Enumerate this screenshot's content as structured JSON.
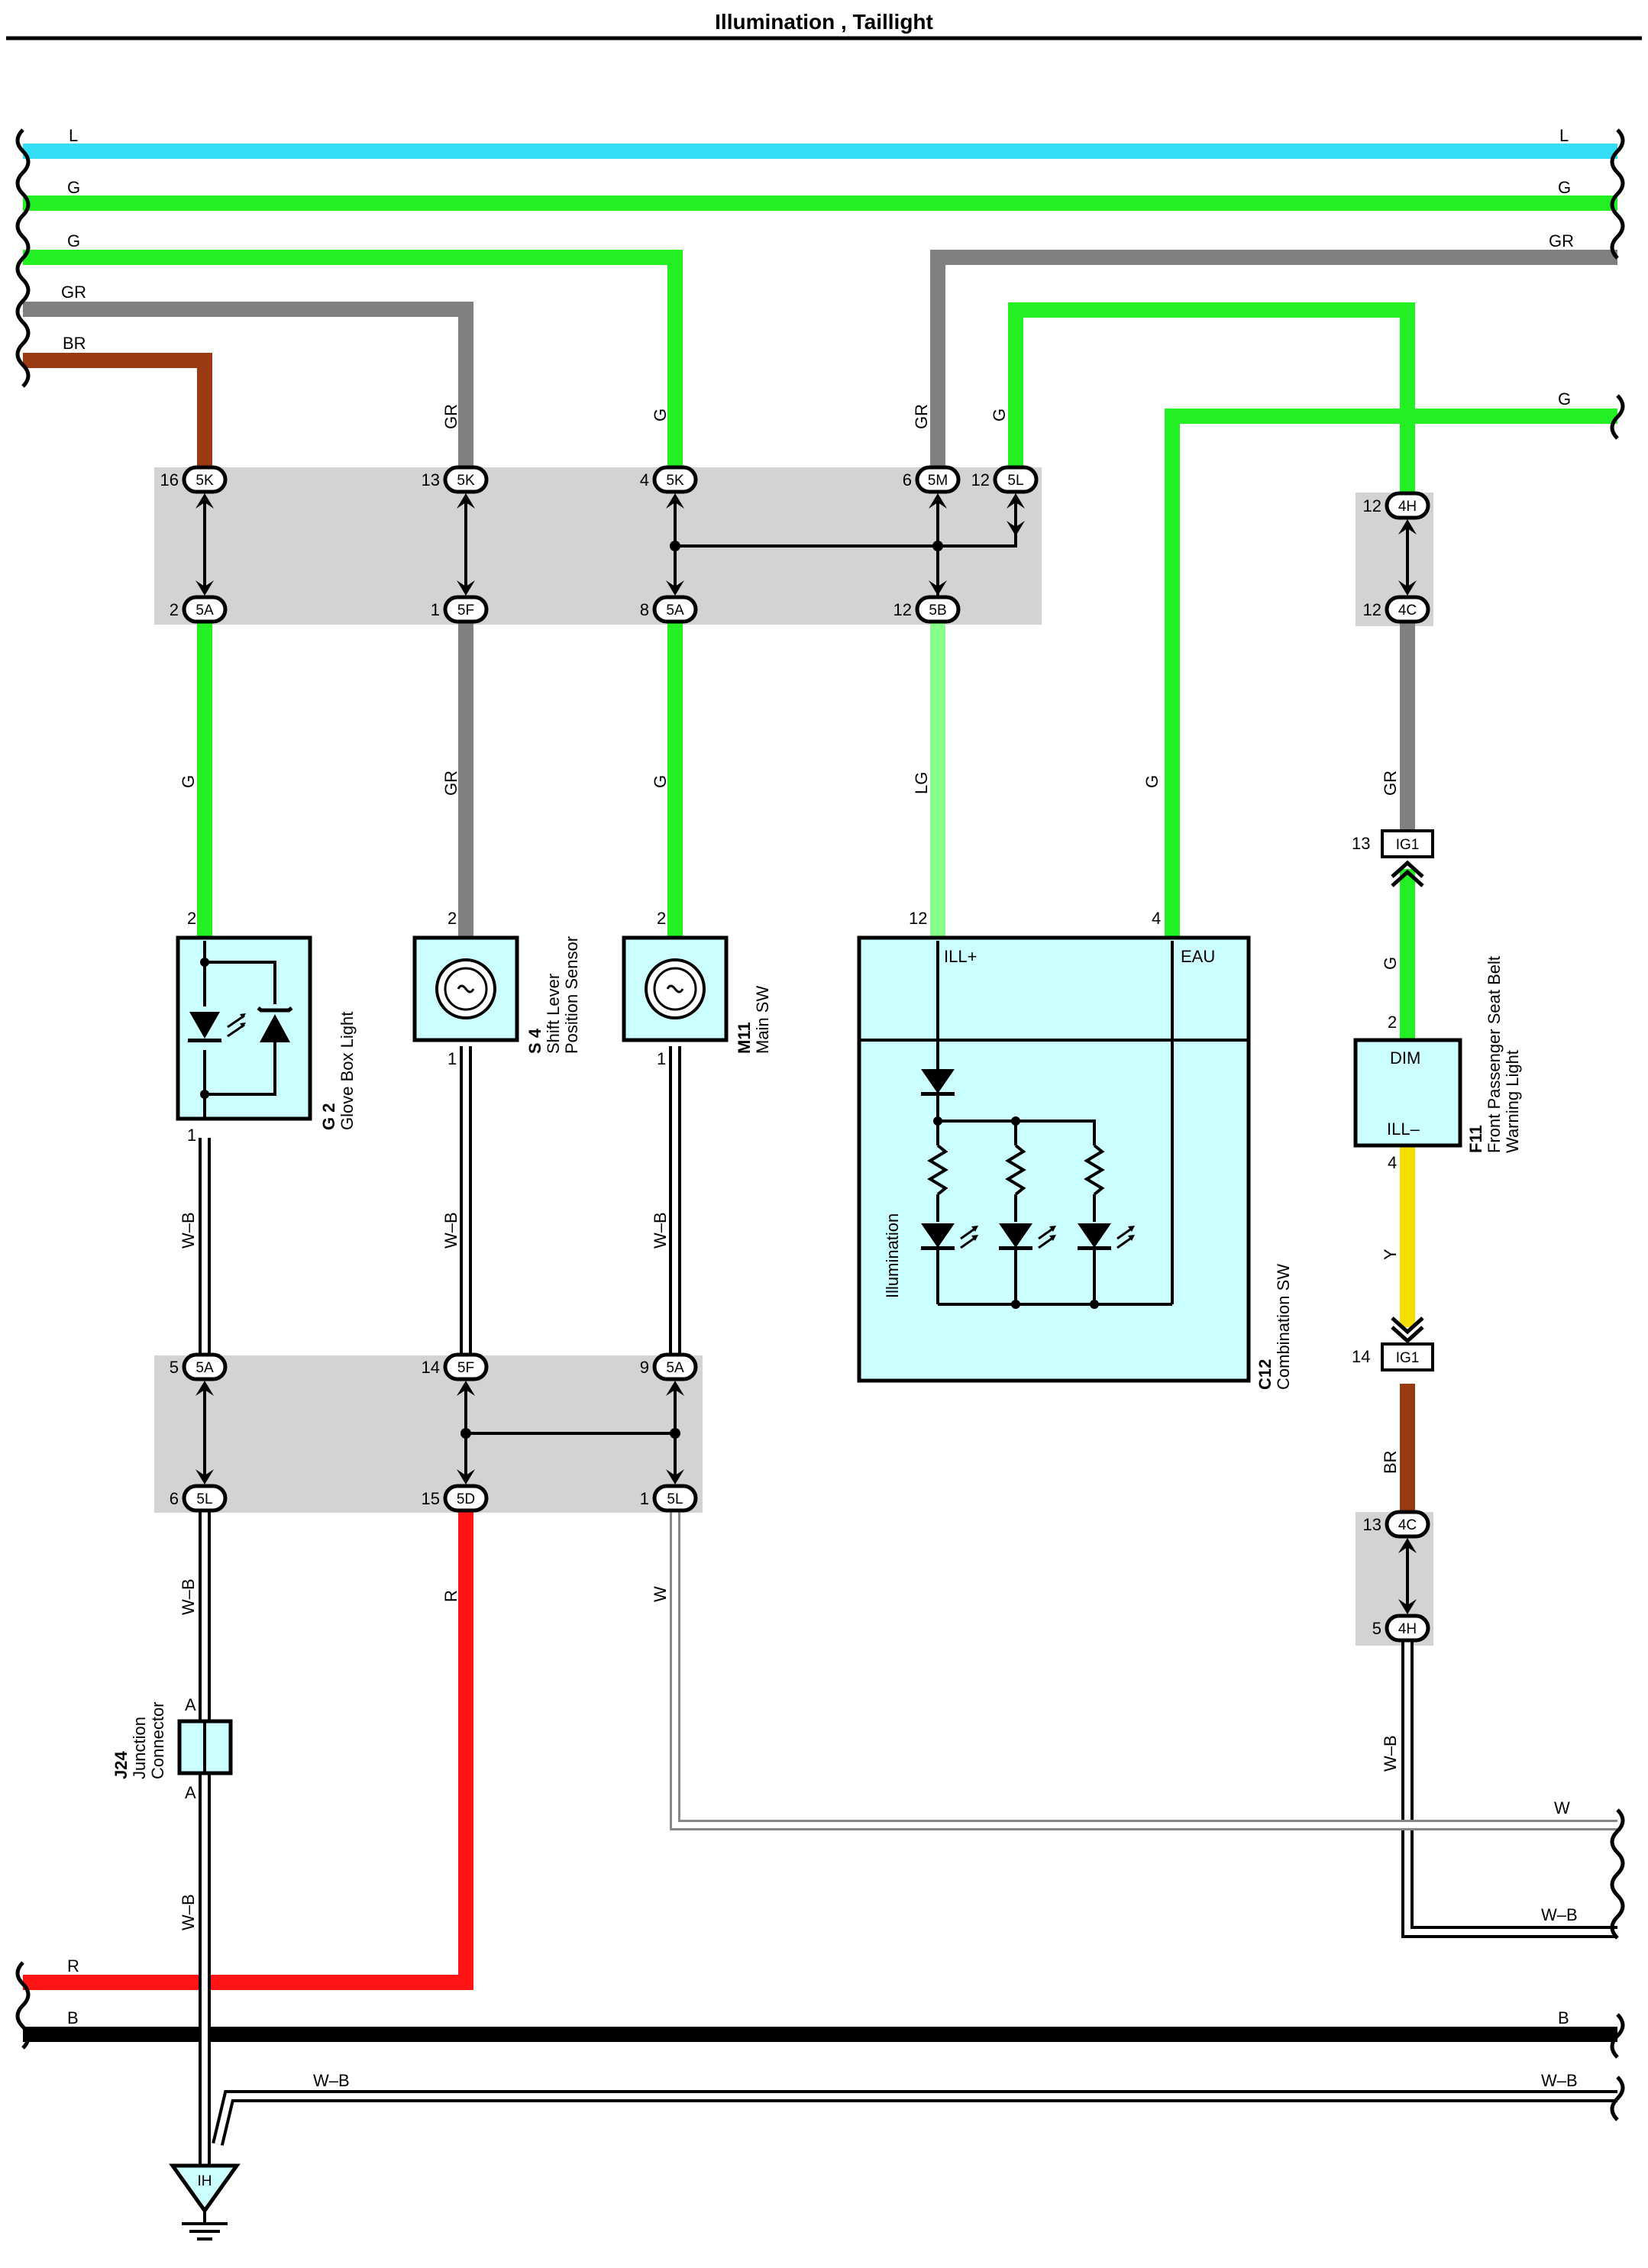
{
  "title": "Illumination , Taillight",
  "colors": {
    "L": "#33ddf5",
    "G": "#22f022",
    "GR": "#808080",
    "BR": "#9a3a12",
    "LG": "#88ff88",
    "R": "#ff1515",
    "B": "#000000",
    "Y": "#f5dd00",
    "component_fill": "#ccffff",
    "connector_bg": "#d3d3d3"
  },
  "bus": {
    "l_left": "L",
    "l_right": "L",
    "g1_left": "G",
    "g1_right": "G",
    "g2_left": "G",
    "gr2_right": "GR",
    "gr_left": "GR",
    "br_left": "BR",
    "g_right": "G",
    "w_right": "W",
    "wb_right": "W–B",
    "r_left": "R",
    "b_left": "B",
    "b_right": "B",
    "wb_bottom_left": "W–B",
    "wb_bottom_right": "W–B"
  },
  "wires": {
    "br_gr": "GR",
    "g4": "G",
    "gr6": "GR",
    "g12": "G",
    "g_glove": "G",
    "gr_shift": "GR",
    "g_main": "G",
    "lg_comb": "LG",
    "g_eau": "G",
    "gr_ig1": "GR",
    "g_dim": "G",
    "y_ill": "Y",
    "br_4c": "BR",
    "wb_4h": "W–B",
    "wb_glove": "W–B",
    "wb_shift": "W–B",
    "wb_main": "W–B",
    "wb_5l": "W–B",
    "r_5d": "R",
    "w_5l": "W",
    "wb_j24": "W–B"
  },
  "connectors": {
    "top": [
      {
        "pin": "16",
        "tag": "5K"
      },
      {
        "pin": "13",
        "tag": "5K"
      },
      {
        "pin": "4",
        "tag": "5K"
      },
      {
        "pin": "6",
        "tag": "5M"
      },
      {
        "pin": "12",
        "tag": "5L"
      }
    ],
    "top_lower": [
      {
        "pin": "2",
        "tag": "5A"
      },
      {
        "pin": "1",
        "tag": "5F"
      },
      {
        "pin": "8",
        "tag": "5A"
      },
      {
        "pin": "12",
        "tag": "5B"
      }
    ],
    "bottom": [
      {
        "pin": "5",
        "tag": "5A"
      },
      {
        "pin": "14",
        "tag": "5F"
      },
      {
        "pin": "9",
        "tag": "5A"
      }
    ],
    "bottom_lower": [
      {
        "pin": "6",
        "tag": "5L"
      },
      {
        "pin": "15",
        "tag": "5D"
      },
      {
        "pin": "1",
        "tag": "5L"
      }
    ],
    "right_a": [
      {
        "pin": "12",
        "tag": "4H"
      },
      {
        "pin": "12",
        "tag": "4C"
      }
    ],
    "right_b": [
      {
        "pin": "13",
        "tag": "4C"
      },
      {
        "pin": "5",
        "tag": "4H"
      }
    ],
    "ig1_top": {
      "pin": "13",
      "tag": "IG1"
    },
    "ig1_bottom": {
      "pin": "14",
      "tag": "IG1"
    }
  },
  "components": {
    "g2": {
      "code": "G 2",
      "name": "Glove Box Light",
      "pin_top": "2",
      "pin_bottom": "1"
    },
    "s4": {
      "code": "S 4",
      "name1": "Shift Lever",
      "name2": "Position Sensor",
      "pin_top": "2",
      "pin_bottom": "1"
    },
    "m11": {
      "code": "M11",
      "name": "Main SW",
      "pin_top": "2",
      "pin_bottom": "1"
    },
    "c12": {
      "code": "C12",
      "name": "Combination SW",
      "ill_plus": "ILL+",
      "eau": "EAU",
      "inner": "Illumination",
      "pin_ill": "12",
      "pin_eau": "4"
    },
    "f11": {
      "code": "F11",
      "name1": "Front Passenger Seat Belt",
      "name2": "Warning Light",
      "dim": "DIM",
      "ill_minus": "ILL–",
      "pin_top": "2",
      "pin_bottom": "4"
    },
    "j24": {
      "code": "J24",
      "name1": "Junction",
      "name2": "Connector",
      "pin_top": "A",
      "pin_bottom": "A"
    },
    "ground": {
      "tag": "IH"
    }
  }
}
